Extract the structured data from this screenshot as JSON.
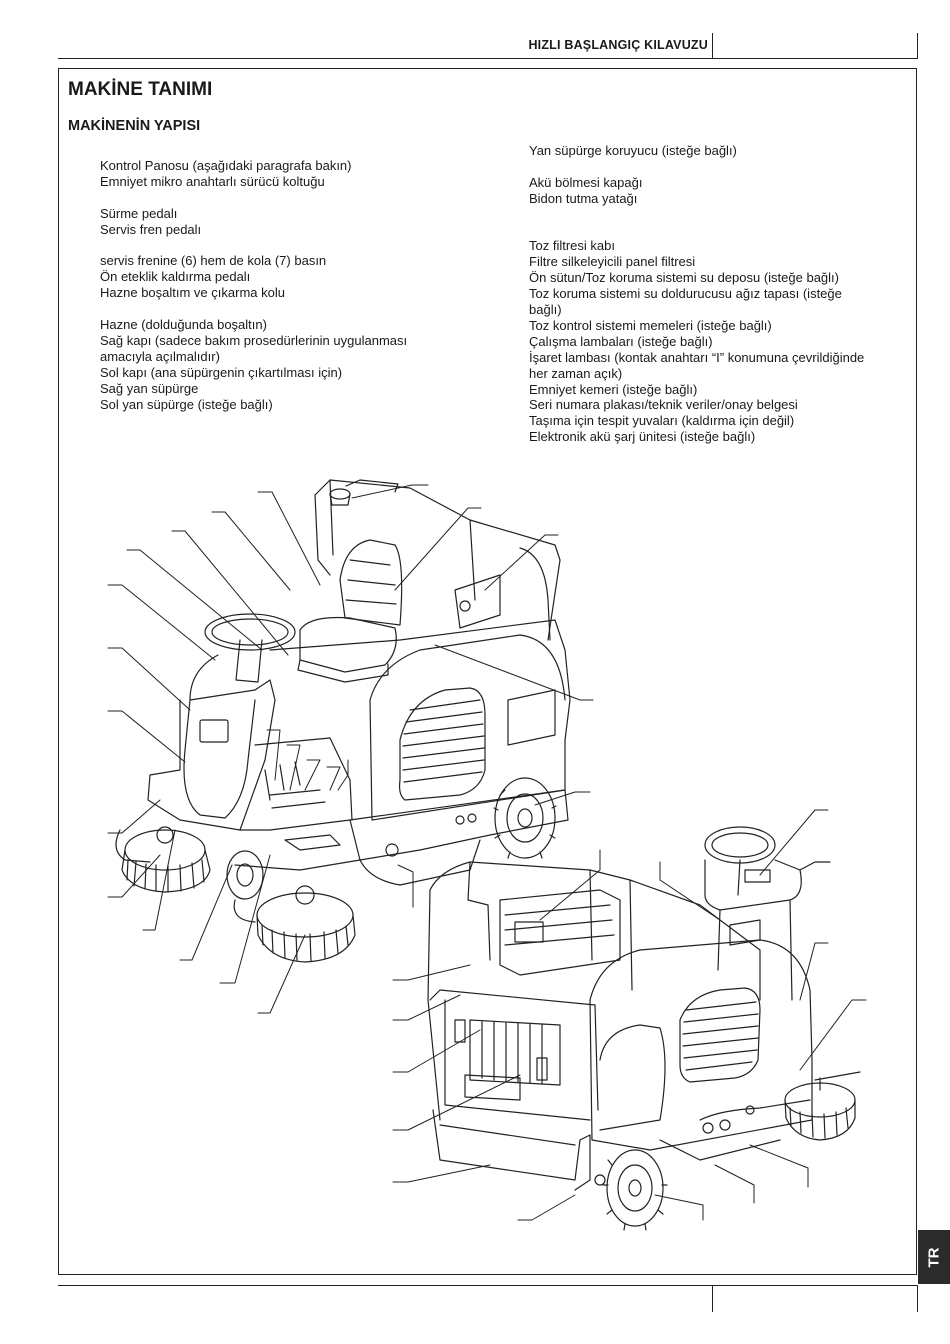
{
  "header": {
    "title": "HIZLI BAŞLANGIÇ KILAVUZU"
  },
  "section": {
    "title": "MAKİNE TANIMI",
    "subtitle": "MAKİNENİN YAPISI"
  },
  "left_column": [
    [
      "Kontrol Panosu (aşağıdaki paragrafa bakın)",
      "Emniyet mikro anahtarlı sürücü koltuğu"
    ],
    [
      "Sürme pedalı",
      "Servis fren pedalı"
    ],
    [
      "servis frenine (6) hem de kola (7) basın",
      "Ön eteklik kaldırma pedalı",
      "Hazne boşaltım ve çıkarma kolu"
    ],
    [
      "Hazne (dolduğunda boşaltın)",
      "Sağ kapı (sadece bakım prosedürlerinin uygulanması",
      "amacıyla açılmalıdır)",
      "Sol kapı (ana süpürgenin çıkartılması için)",
      "Sağ yan süpürge",
      "Sol yan süpürge (isteğe bağlı)"
    ]
  ],
  "right_column": [
    [
      "Yan süpürge koruyucu (isteğe bağlı)"
    ],
    [
      "Akü bölmesi kapağı",
      "Bidon tutma yatağı"
    ],
    [],
    [
      "Toz filtresi kabı",
      "Filtre silkeleyicili panel filtresi",
      "Ön sütun/Toz koruma sistemi su deposu (isteğe bağlı)",
      "Toz koruma sistemi su doldurucusu ağız tapası (isteğe",
      "bağlı)",
      "Toz kontrol sistemi memeleri (isteğe bağlı)",
      "Çalışma lambaları (isteğe bağlı)",
      "İşaret lambası (kontak anahtarı “I” konumuna çevrildiğinde",
      "her zaman açık)",
      "Emniyet kemeri (isteğe bağlı)",
      "Seri numara plakası/teknik veriler/onay belgesi",
      "Taşıma için tespit yuvaları (kaldırma için değil)",
      "Elektronik akü şarj ünitesi (isteğe bağlı)"
    ]
  ],
  "side_tab": {
    "label": "TR"
  },
  "figures": {
    "machine_front_view": "sweeper-front-illustration",
    "machine_rear_view": "sweeper-rear-illustration"
  }
}
